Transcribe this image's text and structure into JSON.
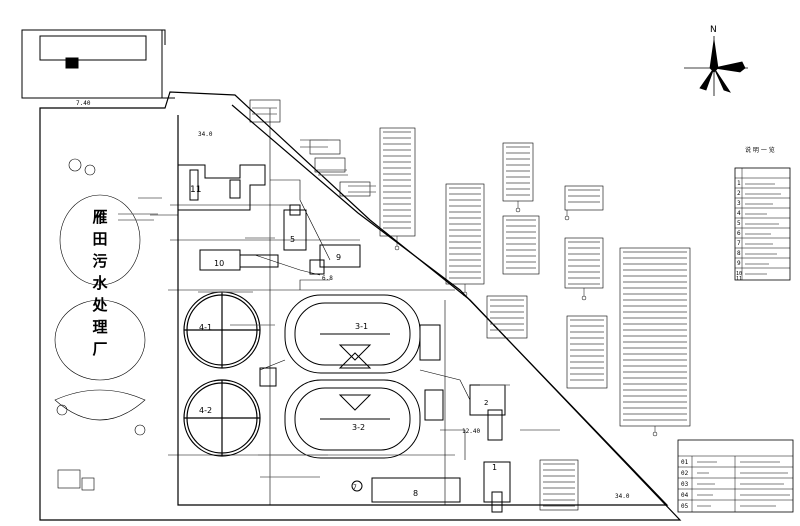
{
  "plan": {
    "plant_name_chars": [
      "雁",
      "田",
      "污",
      "水",
      "处",
      "理",
      "厂"
    ],
    "units": {
      "u11": "11",
      "u10": "10",
      "u9": "9",
      "u5": "5",
      "u41": "4-1",
      "u42": "4-2",
      "u31": "3-1",
      "u32": "3-2",
      "u8": "8",
      "u7": "7",
      "u2": "2",
      "u1": "1",
      "u68": "6.8"
    },
    "elevations": {
      "e340a": "34.0",
      "e340b": "34.0",
      "e1240": "12.40",
      "e740": "7.40"
    },
    "north_label": "N",
    "legend_title": "说 明 一 览",
    "legend_numbers": [
      "1",
      "2",
      "3",
      "4",
      "5",
      "6",
      "7",
      "8",
      "9",
      "10",
      "11"
    ],
    "title_block": {
      "rows": [
        "01",
        "02",
        "03",
        "04",
        "05"
      ]
    }
  },
  "colors": {
    "line": "#000000",
    "background": "#ffffff",
    "hatch": "#555555"
  }
}
